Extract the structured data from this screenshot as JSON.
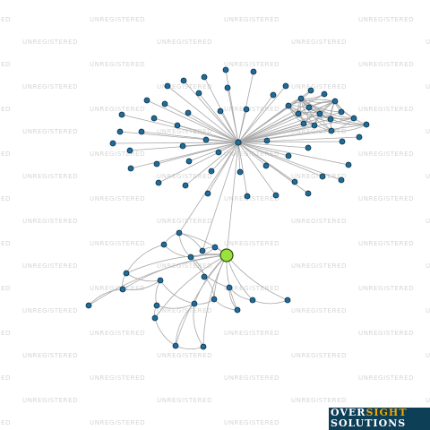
{
  "watermark": {
    "text": "UNREGISTERED"
  },
  "logo": {
    "word1_a": "OVER",
    "word1_b": "SIGHT",
    "word2": "SOLUTIONS"
  },
  "colors": {
    "edge": "#a8a8a8",
    "node": "#1f6b9a",
    "focus_node": "#9be23c",
    "logo_bg": "#0d3f57",
    "logo_accent": "#f0a500"
  }
}
